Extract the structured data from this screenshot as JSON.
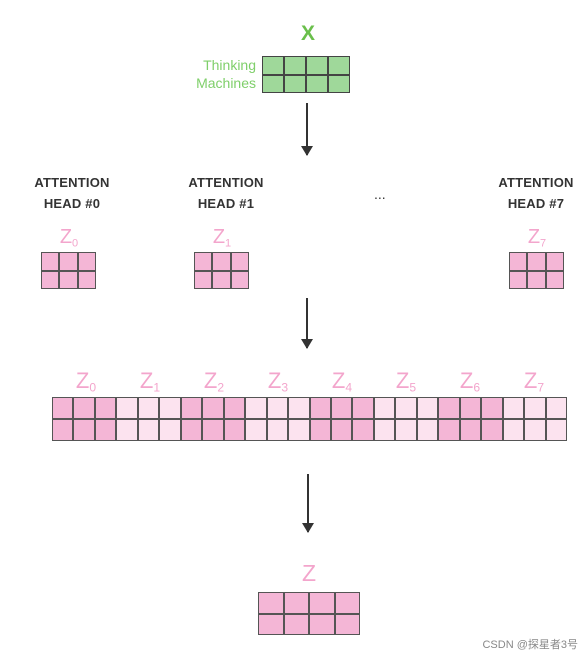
{
  "input": {
    "label": "X",
    "words": [
      "Thinking",
      "Machines"
    ]
  },
  "heads": [
    {
      "line1": "ATTENTION",
      "line2": "HEAD #0",
      "z": "Z",
      "sub": "0"
    },
    {
      "line1": "ATTENTION",
      "line2": "HEAD #1",
      "z": "Z",
      "sub": "1"
    },
    {
      "line1": "ATTENTION",
      "line2": "HEAD #7",
      "z": "Z",
      "sub": "7"
    }
  ],
  "ellipsis": "...",
  "concat_labels": [
    {
      "z": "Z",
      "sub": "0"
    },
    {
      "z": "Z",
      "sub": "1"
    },
    {
      "z": "Z",
      "sub": "2"
    },
    {
      "z": "Z",
      "sub": "3"
    },
    {
      "z": "Z",
      "sub": "4"
    },
    {
      "z": "Z",
      "sub": "5"
    },
    {
      "z": "Z",
      "sub": "6"
    },
    {
      "z": "Z",
      "sub": "7"
    }
  ],
  "output": {
    "label": "Z"
  },
  "watermark": "CSDN @探星者3号",
  "colors": {
    "input_green": "#9fd89a",
    "label_green": "#6abf4b",
    "pink_dark": "#f4b6d6",
    "pink_light": "#fce3ef",
    "pink_text": "#f3a5cc"
  }
}
